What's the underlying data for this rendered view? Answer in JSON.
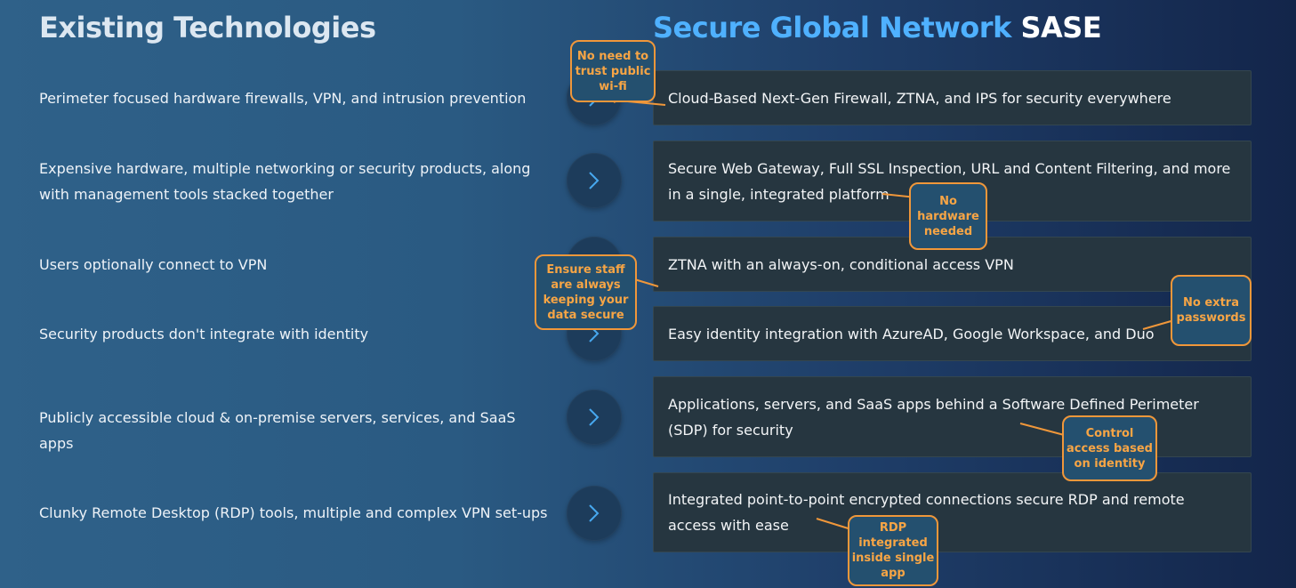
{
  "headers": {
    "left_title": "Existing Technologies",
    "right_title_accent": "Secure Global Network",
    "right_title_suffix": "SASE"
  },
  "rows": [
    {
      "existing": "Perimeter focused hardware firewalls, VPN, and intrusion prevention",
      "sase": "Cloud-Based Next-Gen Firewall, ZTNA, and IPS for security everywhere"
    },
    {
      "existing": "Expensive hardware, multiple networking or security products, along with management tools stacked together",
      "sase": "Secure Web Gateway, Full SSL Inspection, URL and Content Filtering, and more in a single, integrated platform"
    },
    {
      "existing": "Users optionally connect to VPN",
      "sase": "ZTNA with an always-on, conditional access VPN"
    },
    {
      "existing": "Security products don't integrate with identity",
      "sase": "Easy identity integration with AzureAD, Google Workspace, and Duo"
    },
    {
      "existing": "Publicly accessible cloud & on-premise servers, services, and SaaS apps",
      "sase": "Applications, servers, and SaaS apps behind a Software Defined Perimeter (SDP) for security"
    },
    {
      "existing": "Clunky Remote Desktop (RDP) tools, multiple and complex VPN set-ups",
      "sase": "Integrated point-to-point encrypted connections secure RDP and remote access with ease"
    }
  ],
  "callouts": {
    "wifi": "No need to trust public wi-fi",
    "hardware": "No hardware needed",
    "staff": "Ensure staff are always keeping your data secure",
    "passwords": "No extra passwords",
    "identity": "Control access based on identity",
    "rdp": "RDP integrated inside single app"
  },
  "icons": {
    "row_arrow": "chevron-right-icon"
  },
  "colors": {
    "accent_blue": "#4fb1ff",
    "callout_border": "#f0973a",
    "callout_text": "#f7a545",
    "card_bg": "#263640"
  }
}
